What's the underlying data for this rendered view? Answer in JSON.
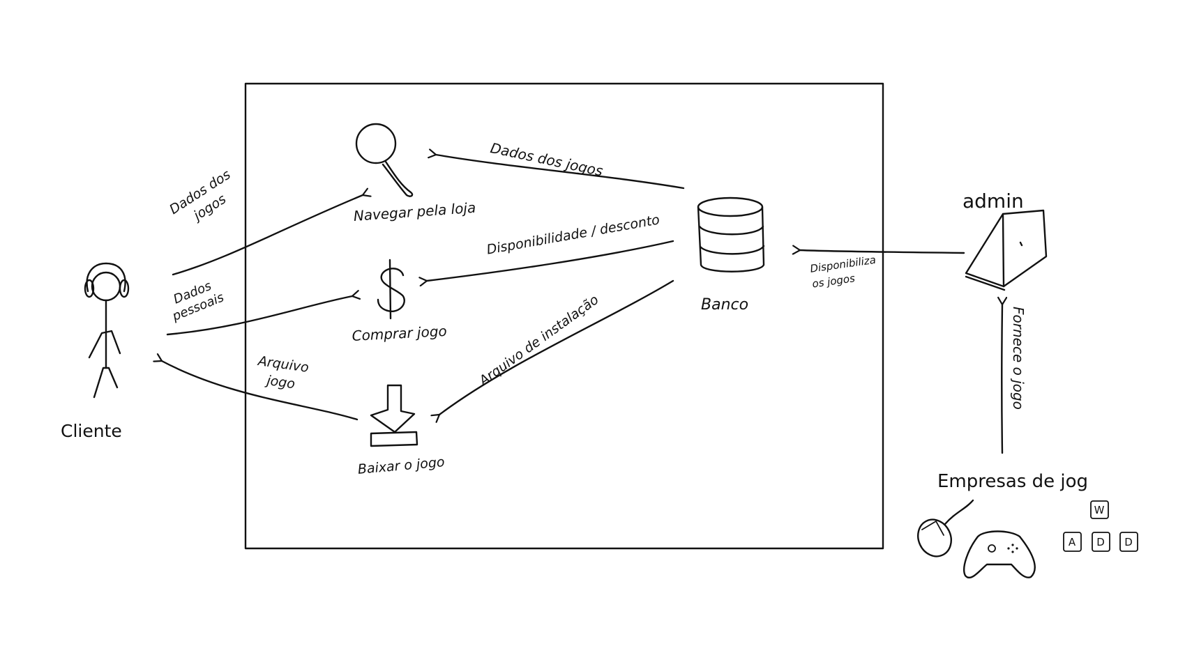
{
  "actors": {
    "cliente": "Cliente",
    "admin": "admin",
    "empresas": "Empresas de jog",
    "banco": "Banco"
  },
  "processes": {
    "navegar": "Navegar pela loja",
    "comprar": "Comprar jogo",
    "baixar": "Baixar o jogo"
  },
  "flows": {
    "dados_jogos_cliente_l1": "Dados dos",
    "dados_jogos_cliente_l2": "jogos",
    "dados_pessoais_l1": "Dados",
    "dados_pessoais_l2": "pessoais",
    "arquivo_jogo_l1": "Arquivo",
    "arquivo_jogo_l2": "jogo",
    "dados_dos_jogos": "Dados dos jogos",
    "disponibilidade": "Disponibilidade / desconto",
    "arquivo_instalacao": "Arquivo de instalação",
    "disponibiliza_l1": "Disponibiliza",
    "disponibiliza_l2": "os jogos",
    "fornece": "Fornece o jogo"
  },
  "keys": [
    "W",
    "A",
    "D",
    "D"
  ]
}
